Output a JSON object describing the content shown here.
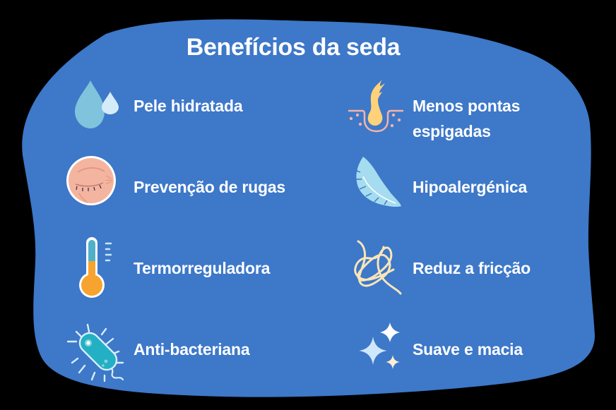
{
  "title": "Benefícios da seda",
  "colors": {
    "background": "#000000",
    "panel": "#3d78c9",
    "text": "#ffffff",
    "drop_dark": "#7fc3dc",
    "drop_light": "#d4ecfa",
    "hair": "#ffd27a",
    "follicle": "#f5b3a4",
    "skin": "#f4b5a0",
    "feather": "#a5dcef",
    "thermo_top": "#4fb0c8",
    "thermo_bottom": "#f7a32f",
    "strand": "#fbe5b8",
    "bacteria": "#23b0c4",
    "sparkle_white": "#ffffff",
    "sparkle_blue": "#cfe7fb",
    "sparkle_cream": "#fdeed4"
  },
  "benefits": [
    {
      "id": "pele-hidratada",
      "label": "Pele hidratada",
      "icon": "water-drops-icon"
    },
    {
      "id": "menos-pontas",
      "label_line1": "Menos pontas",
      "label_line2": "espigadas",
      "icon": "hair-follicle-icon"
    },
    {
      "id": "prevencao-rugas",
      "label": "Prevenção de rugas",
      "icon": "closed-eye-icon"
    },
    {
      "id": "hipoalergenica",
      "label": "Hipoalergénica",
      "icon": "feather-icon"
    },
    {
      "id": "termorreguladora",
      "label": "Termorreguladora",
      "icon": "thermometer-icon"
    },
    {
      "id": "reduz-friccao",
      "label": "Reduz a fricção",
      "icon": "tangled-strand-icon"
    },
    {
      "id": "anti-bacteriana",
      "label": "Anti-bacteriana",
      "icon": "bacteria-icon"
    },
    {
      "id": "suave-macia",
      "label": "Suave e macia",
      "icon": "sparkles-icon"
    }
  ]
}
